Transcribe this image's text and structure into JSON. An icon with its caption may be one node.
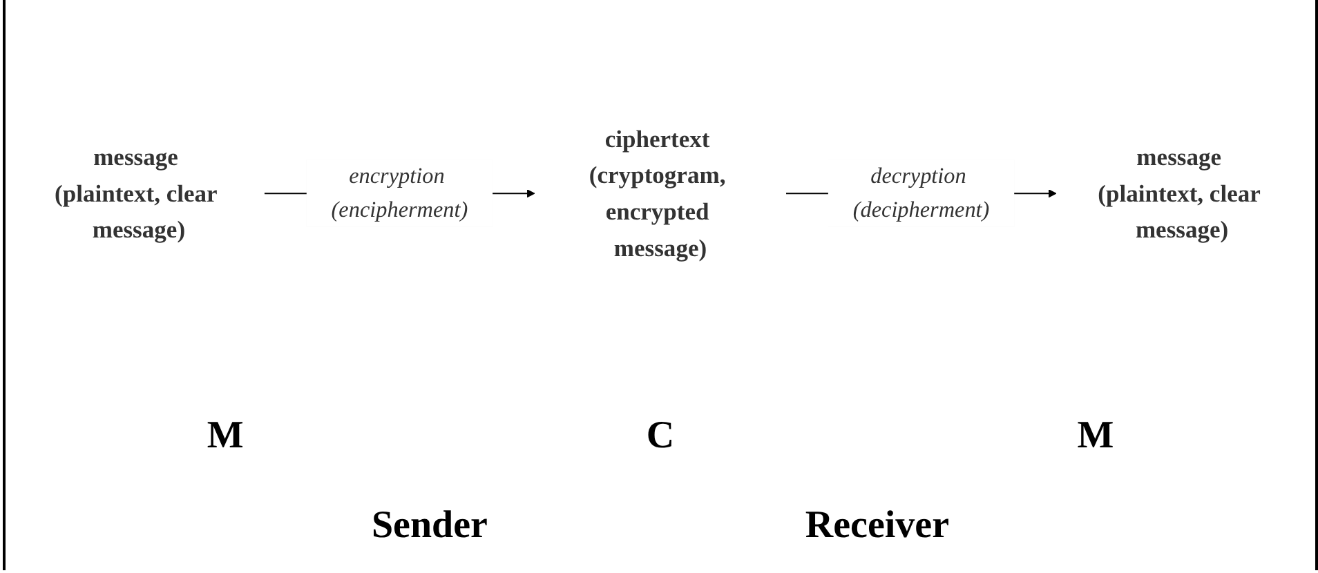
{
  "diagram": {
    "nodes": [
      {
        "text": [
          "message (plaintext, clear message)"
        ]
      },
      {
        "text": [
          "ciphertext (cryptogram, encrypted message)"
        ]
      },
      {
        "text": [
          "message (plaintext, clear message)"
        ]
      }
    ],
    "edges": [
      {
        "from": 0,
        "to": 1,
        "arrow": "to",
        "label": "encryption (encipherment)"
      },
      {
        "from": 1,
        "to": 2,
        "arrow": "to",
        "label": "decryption (decipherment)"
      }
    ],
    "labels": [
      "M",
      "C",
      "M",
      "Sender",
      "Receiver"
    ]
  }
}
